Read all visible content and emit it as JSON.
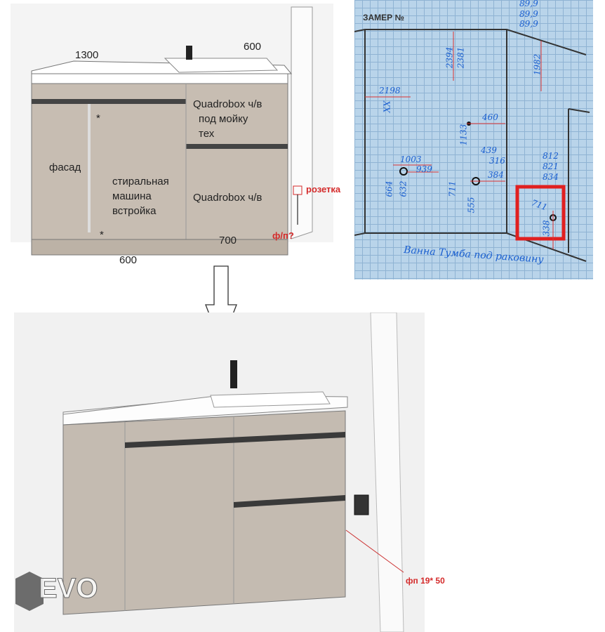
{
  "sketch": {
    "dim_width_total": "1300",
    "dim_sink": "600",
    "dim_bottom_left": "600",
    "dim_bottom_right": "700",
    "label_facade": "фасад",
    "label_washer": [
      "стиральная",
      "машина",
      "встройка"
    ],
    "label_drawer_top": [
      "Quadrobox ч/в",
      "под мойку",
      "тех"
    ],
    "label_drawer_bottom": "Quadrobox ч/в",
    "label_socket": "розетка",
    "label_fp": "ф/п?",
    "asterisk": "*"
  },
  "measure_sheet": {
    "title": "ЗАМЕР №",
    "angles": [
      "89,9",
      "89,9",
      "89,9"
    ],
    "dims": [
      "2394",
      "2381",
      "1982",
      "2198",
      "XX",
      "460",
      "1133",
      "439",
      "316",
      "384",
      "1003",
      "939",
      "664",
      "632",
      "711",
      "555",
      "812",
      "821",
      "834",
      "711",
      "338"
    ],
    "caption": "Ванна Тумба под раковину",
    "highlight_color": "#e02020"
  },
  "render": {
    "label_fp": "фп 19* 50",
    "logo": "EVO"
  }
}
